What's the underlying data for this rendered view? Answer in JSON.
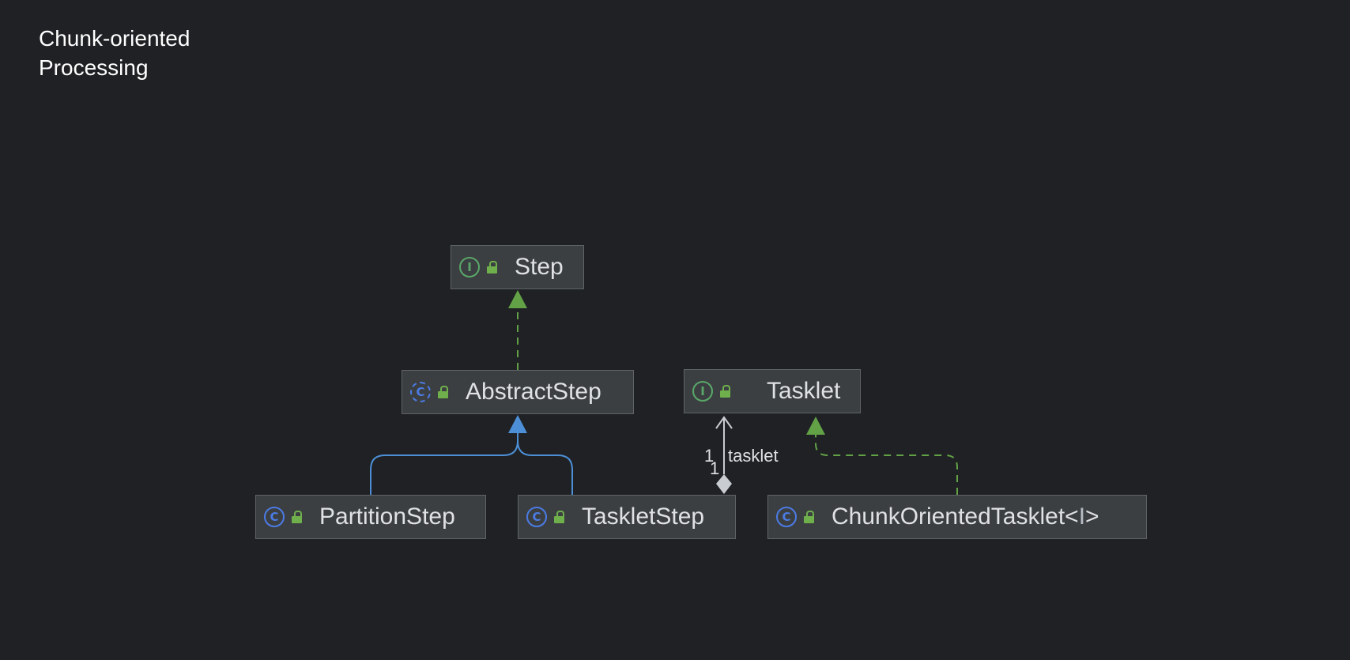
{
  "slide": {
    "title_line1": "Chunk-oriented",
    "title_line2": "Processing"
  },
  "colors": {
    "background": "#1f2124",
    "node_fill": "#3c3f41",
    "node_border": "#5f6368",
    "realization_edge": "#62a146",
    "generalization_edge": "#4d8fd6",
    "association_edge": "#c9ccd1"
  },
  "nodes": {
    "step": {
      "kind": "interface",
      "kind_letter": "I",
      "icon": "interface-icon",
      "visibility_icon": "lock-open-icon",
      "label": "Step"
    },
    "abstract_step": {
      "kind": "abstract-class",
      "kind_letter": "C",
      "icon": "abstract-class-icon",
      "visibility_icon": "lock-open-icon",
      "label": "AbstractStep"
    },
    "tasklet": {
      "kind": "interface",
      "kind_letter": "I",
      "icon": "interface-icon",
      "visibility_icon": "lock-open-icon",
      "label": "Tasklet"
    },
    "partition_step": {
      "kind": "class",
      "kind_letter": "C",
      "icon": "class-icon",
      "visibility_icon": "lock-open-icon",
      "label": "PartitionStep"
    },
    "tasklet_step": {
      "kind": "class",
      "kind_letter": "C",
      "icon": "class-icon",
      "visibility_icon": "lock-open-icon",
      "label": "TaskletStep"
    },
    "chunk_oriented_tasklet": {
      "kind": "class",
      "kind_letter": "C",
      "icon": "class-icon",
      "visibility_icon": "lock-open-icon",
      "label": "ChunkOrientedTasklet",
      "type_param_open": "<",
      "type_param": "I",
      "type_param_close": ">"
    }
  },
  "edges": [
    {
      "id": "abstractstep-realizes-step",
      "from": "AbstractStep",
      "to": "Step",
      "style": "dashed",
      "arrowhead": "filled-triangle"
    },
    {
      "id": "partitionstep-extends-abstractstep",
      "from": "PartitionStep",
      "to": "AbstractStep",
      "style": "solid",
      "arrowhead": "filled-triangle"
    },
    {
      "id": "taskletstep-extends-abstractstep",
      "from": "TaskletStep",
      "to": "AbstractStep",
      "style": "solid",
      "arrowhead": "filled-triangle"
    },
    {
      "id": "taskletstep-has-tasklet",
      "from": "TaskletStep",
      "to": "Tasklet",
      "style": "solid",
      "arrowhead": "open-arrow",
      "source_end": "diamond",
      "multiplicity_target": "1",
      "multiplicity_source": "1",
      "role": "tasklet"
    },
    {
      "id": "chunkorientedtasklet-realizes-tasklet",
      "from": "ChunkOrientedTasklet",
      "to": "Tasklet",
      "style": "dashed",
      "arrowhead": "filled-triangle"
    }
  ]
}
